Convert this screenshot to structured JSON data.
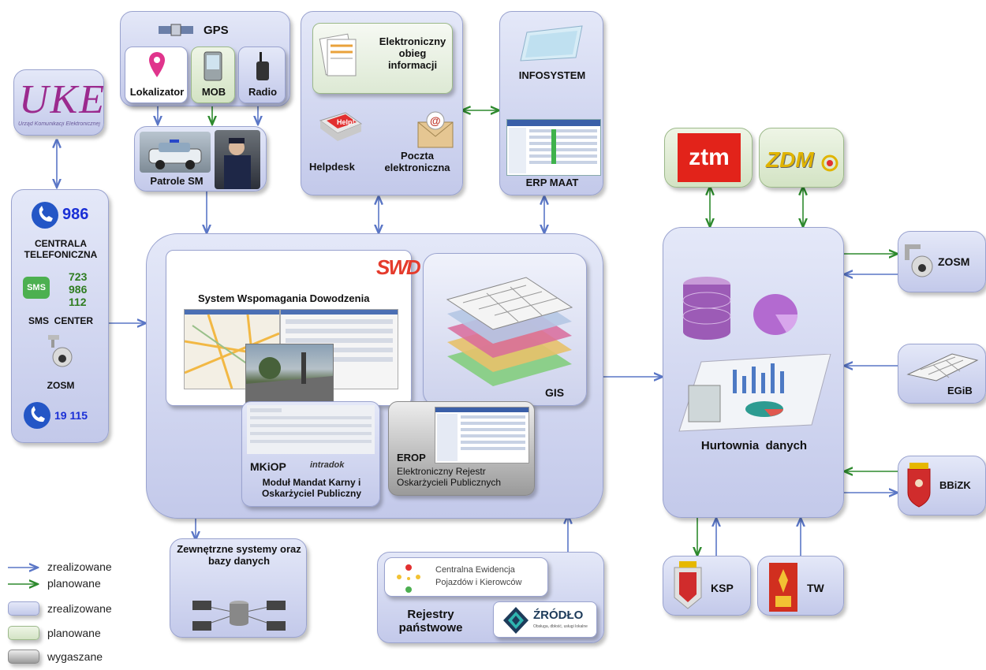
{
  "uke": {
    "logo": "UKE",
    "subtitle": "Urząd Komunikacji Elektronicznej"
  },
  "gps": {
    "title": "GPS",
    "lokalizator": "Lokalizator",
    "mob": "MOB",
    "radio": "Radio",
    "patrole": "Patrole SM"
  },
  "center": {
    "eobieg": "Elektroniczny obieg informacji",
    "helpdesk": "Helpdesk",
    "help_key": "Help!",
    "poczta": "Poczta elektroniczna"
  },
  "infosystem": {
    "title": "INFOSYSTEM",
    "erp": "ERP MAAT"
  },
  "left": {
    "num986": "986",
    "centrala": "CENTRALA TELEFONICZNA",
    "sms_icon": "SMS",
    "sms_nums": [
      "723",
      "986",
      "112"
    ],
    "sms_center": "SMS  CENTER",
    "zosm": "ZOSM",
    "num19115": "19 115"
  },
  "main": {
    "swd_logo": "SWD",
    "swd_title": "System Wspomagania Dowodzenia",
    "gis": "GIS",
    "mkiop": "MKiOP",
    "mkiop_desc": "Moduł Mandat Karny i Oskarżyciel Publiczny",
    "intradok": "intradok",
    "erop": "EROP",
    "erop_desc": "Elektroniczny Rejestr Oskarżycieli Publicznych"
  },
  "ztm": "ztm",
  "zdm": "ZDM",
  "hurtownia": "Hurtownia  danych",
  "right": {
    "zosm": "ZOSM",
    "egib": "EGiB",
    "bbizk": "BBiZK"
  },
  "bottom": {
    "ksp": "KSP",
    "tw": "TW",
    "zewn": "Zewnętrzne systemy oraz bazy danych",
    "cepik": "Centralna Ewidencja Pojazdów i Kierowców",
    "rejestry": "Rejestry państwowe",
    "zrodlo": "ŹRÓDŁO",
    "zrodlo_sub": "Obsługa, dbłość, usługi lokalne"
  },
  "legend": {
    "arrow_blue": "zrealizowane",
    "arrow_green": "planowane",
    "box_blue": "zrealizowane",
    "box_green": "planowane",
    "box_gray": "wygaszane"
  },
  "colors": {
    "blue_arrow": "#5a76c6",
    "green_arrow": "#2e8a2e",
    "ztm_red": "#e2231a"
  }
}
